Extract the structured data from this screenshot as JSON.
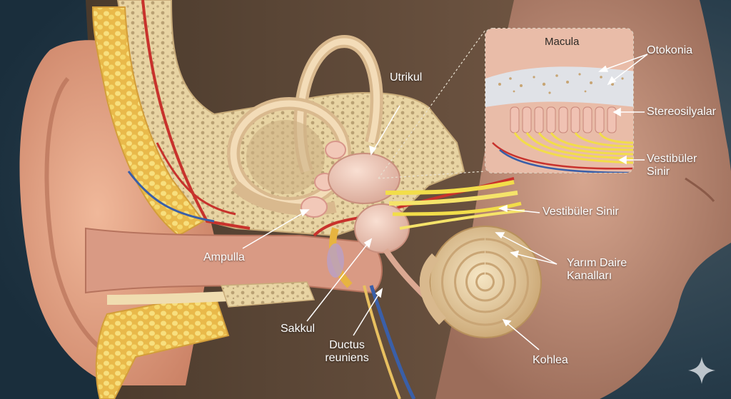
{
  "labels": {
    "utrikul": "Utrikul",
    "ampulla": "Ampulla",
    "sakkul": "Sakkul",
    "ductus_line1": "Ductus",
    "ductus_line2": "reuniens",
    "vestibuler_sinir": "Vestibüler Sinir",
    "yarim_daire_line1": "Yarım Daire",
    "yarim_daire_line2": "Kanalları",
    "kohlea": "Kohlea"
  },
  "inset": {
    "macula": "Macula",
    "otokonia": "Otokonia",
    "stereosilyalar": "Stereosilyalar",
    "vestibuler_line1": "Vestibüler",
    "vestibuler_line2": "Sinir"
  },
  "colors": {
    "background": "#1f3646",
    "skin": "#e8a98a",
    "bone": "#e9d7a8",
    "fat": "#f4d873",
    "nerve": "#f2dd4a",
    "artery": "#c8322c",
    "vein": "#3a5fa8",
    "membrane": "#efc3b3"
  },
  "icons": {
    "watermark": "sparkle-icon"
  }
}
